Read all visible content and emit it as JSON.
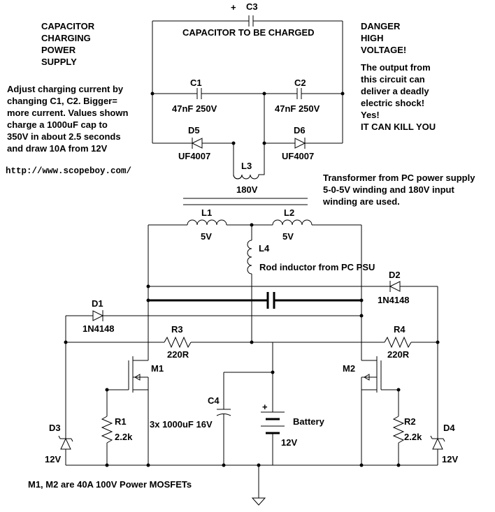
{
  "notes": {
    "title_lines": [
      "CAPACITOR",
      "CHARGING",
      "POWER",
      "SUPPLY"
    ],
    "danger_lines": [
      "DANGER",
      "HIGH",
      "VOLTAGE!",
      "The output from",
      "this circuit can",
      "deliver a deadly",
      "electric shock!",
      "Yes!",
      "IT CAN KILL YOU"
    ],
    "adjust_lines": [
      "Adjust charging current by",
      "changing C1, C2. Bigger=",
      "more current. Values shown",
      "charge a 1000uF cap to",
      "350V in about 2.5 seconds",
      "and draw 10A from 12V"
    ],
    "url": "http://www.scopeboy.com/",
    "transformer_lines": [
      "Transformer from PC power supply",
      "5-0-5V winding and 180V input",
      "winding are used."
    ],
    "mosfet_note": "M1, M2 are 40A 100V Power MOSFETs"
  },
  "components": {
    "c3": {
      "ref": "C3",
      "value": "CAPACITOR TO BE CHARGED",
      "polarity": "+"
    },
    "c1": {
      "ref": "C1",
      "value": "47nF 250V"
    },
    "c2": {
      "ref": "C2",
      "value": "47nF 250V"
    },
    "d5": {
      "ref": "D5",
      "value": "UF4007"
    },
    "d6": {
      "ref": "D6",
      "value": "UF4007"
    },
    "l3": {
      "ref": "L3",
      "value": "180V"
    },
    "l1": {
      "ref": "L1",
      "value": "5V"
    },
    "l2": {
      "ref": "L2",
      "value": "5V"
    },
    "l4": {
      "ref": "L4",
      "value": "Rod inductor from PC PSU"
    },
    "d1": {
      "ref": "D1",
      "value": "1N4148"
    },
    "d2": {
      "ref": "D2",
      "value": "1N4148"
    },
    "r3": {
      "ref": "R3",
      "value": "220R"
    },
    "r4": {
      "ref": "R4",
      "value": "220R"
    },
    "m1": {
      "ref": "M1"
    },
    "m2": {
      "ref": "M2"
    },
    "c4": {
      "ref": "C4",
      "value": "3x 1000uF 16V"
    },
    "battery": {
      "ref": "Battery",
      "value": "12V",
      "polarity": "+"
    },
    "r1": {
      "ref": "R1",
      "value": "2.2k"
    },
    "r2": {
      "ref": "R2",
      "value": "2.2k"
    },
    "d3": {
      "ref": "D3",
      "value": "12V"
    },
    "d4": {
      "ref": "D4",
      "value": "12V"
    }
  }
}
